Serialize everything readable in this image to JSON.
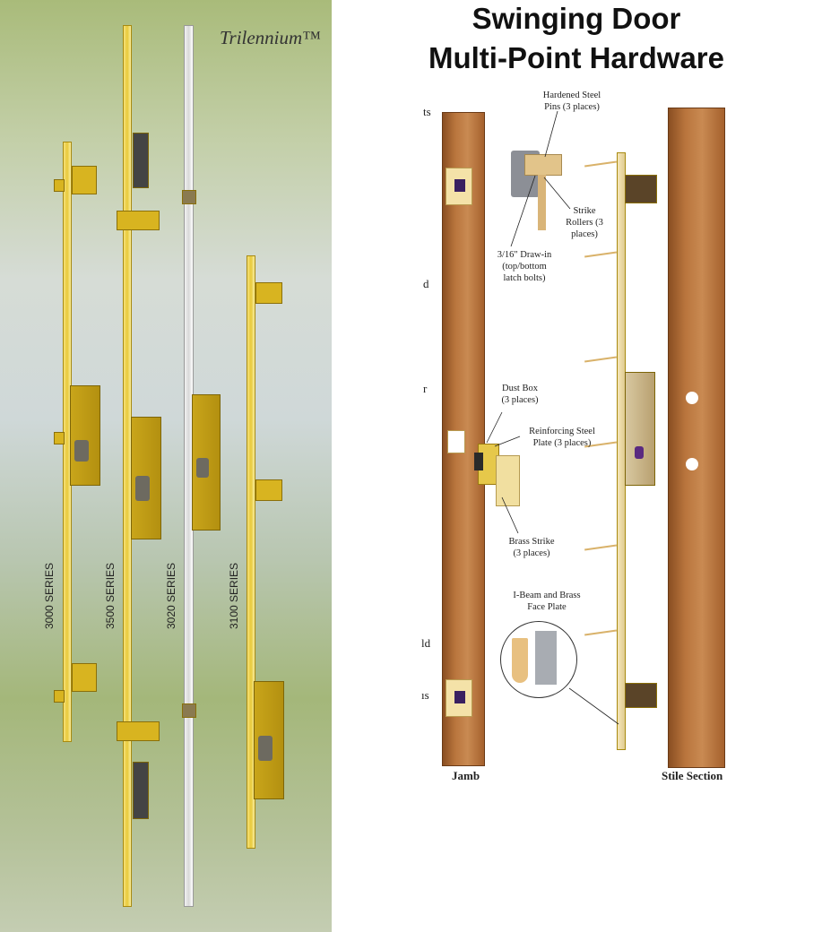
{
  "left_panel": {
    "brand": "Trilennium™",
    "series": [
      "3000 SERIES",
      "3500 SERIES",
      "3020 SERIES",
      "3100 SERIES"
    ]
  },
  "right_panel": {
    "title_line1": "Swinging Door",
    "title_line2": "Multi-Point Hardware",
    "callouts": {
      "pins": "Hardened Steel Pins (3 places)",
      "rollers": "Strike Rollers (3 places)",
      "drawin": "3/16\" Draw-in (top/bottom latch bolts)",
      "dustbox": "Dust Box (3 places)",
      "reinforcing": "Reinforcing Steel Plate (3 places)",
      "strike": "Brass Strike (3 places)",
      "ibeam": "I-Beam and Brass Face Plate"
    },
    "cut_text": [
      "ts",
      "d",
      "r",
      "ld",
      "ıs"
    ],
    "jamb_label": "Jamb",
    "stile_label": "Stile Section"
  },
  "colors": {
    "gold": "#e8c93a",
    "wood": "#b9753d"
  }
}
